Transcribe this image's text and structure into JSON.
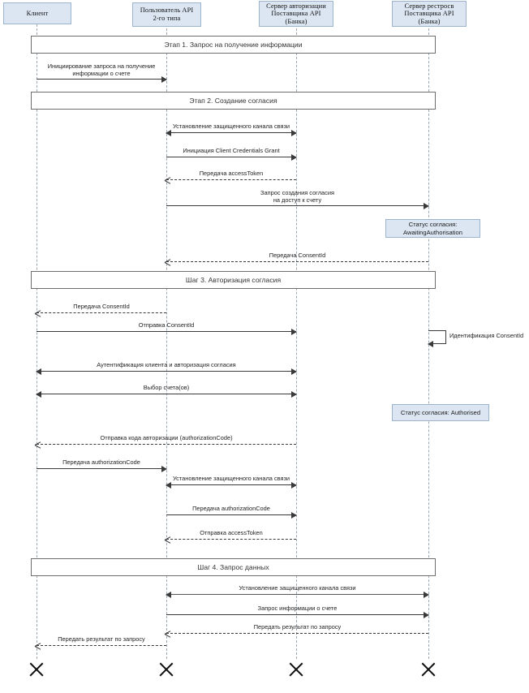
{
  "diagram": {
    "title": "Sequence diagram: account information request via API",
    "colors": {
      "actor_fill": "#dce6f2",
      "actor_border": "#9bb3cd",
      "band_border": "#6e6e6e",
      "line": "#3a3a3a",
      "lifeline": "#9aa7b4"
    }
  },
  "actors": [
    {
      "id": "client",
      "lines": [
        "Клиент"
      ]
    },
    {
      "id": "api_user",
      "lines": [
        "Пользователь API",
        "2-го типа"
      ]
    },
    {
      "id": "auth",
      "lines": [
        "Сервер авторизации",
        "Поставщика API",
        "(Банка)"
      ]
    },
    {
      "id": "resource",
      "lines": [
        "Сервер рестросв",
        "Поставщика API",
        "(Банка)"
      ]
    }
  ],
  "bands": [
    {
      "id": "stage1",
      "label": "Этап 1. Запрос на получение информации"
    },
    {
      "id": "stage2",
      "label": "Этап 2. Создание согласия"
    },
    {
      "id": "stage3",
      "label": "Шаг 3. Авторизация согласия"
    },
    {
      "id": "stage4",
      "label": "Шаг 4. Запрос данных"
    }
  ],
  "notes": [
    {
      "id": "note_awaiting",
      "lines": [
        "Статус согласия:",
        "AwaitingAuthorisation"
      ]
    },
    {
      "id": "note_authorised",
      "lines": [
        "Статус согласия: Authorised"
      ]
    }
  ],
  "messages": [
    {
      "id": "m1",
      "label_lines": [
        "Инициирование запроса на получение",
        "информации о счете"
      ]
    },
    {
      "id": "m2",
      "label_lines": [
        "Установление защищенного канала связи"
      ]
    },
    {
      "id": "m3",
      "label_lines": [
        "Инициация Client Credentials Grant"
      ]
    },
    {
      "id": "m4",
      "label_lines": [
        "Передача accessToken"
      ]
    },
    {
      "id": "m5",
      "label_lines": [
        "Запрос создания согласия",
        "на доступ к счету"
      ]
    },
    {
      "id": "m6",
      "label_lines": [
        "Передача ConsentId"
      ]
    },
    {
      "id": "m7",
      "label_lines": [
        "Передача ConsentId"
      ]
    },
    {
      "id": "m8",
      "label_lines": [
        "Отправка ConsentId"
      ]
    },
    {
      "id": "m9",
      "label_lines": [
        "Идентификация  ConsentId"
      ]
    },
    {
      "id": "m10",
      "label_lines": [
        "Аутентификация клиента и авторизация согласия"
      ]
    },
    {
      "id": "m11",
      "label_lines": [
        "Выбор счета(ов)"
      ]
    },
    {
      "id": "m12",
      "label_lines": [
        "Отправка кода авторизации (authorizationCode)"
      ]
    },
    {
      "id": "m13",
      "label_lines": [
        "Передача authorizationCode"
      ]
    },
    {
      "id": "m14",
      "label_lines": [
        "Установление защищенного канала связи"
      ]
    },
    {
      "id": "m15",
      "label_lines": [
        "Передача authorizationCode"
      ]
    },
    {
      "id": "m16",
      "label_lines": [
        "Отправка accessToken"
      ]
    },
    {
      "id": "m17",
      "label_lines": [
        "Установление защищенного канала связи"
      ]
    },
    {
      "id": "m18",
      "label_lines": [
        "Запрос информации о счете"
      ]
    },
    {
      "id": "m19",
      "label_lines": [
        "Передать результат по запросу"
      ]
    },
    {
      "id": "m20",
      "label_lines": [
        "Передать результат по запросу"
      ]
    }
  ]
}
